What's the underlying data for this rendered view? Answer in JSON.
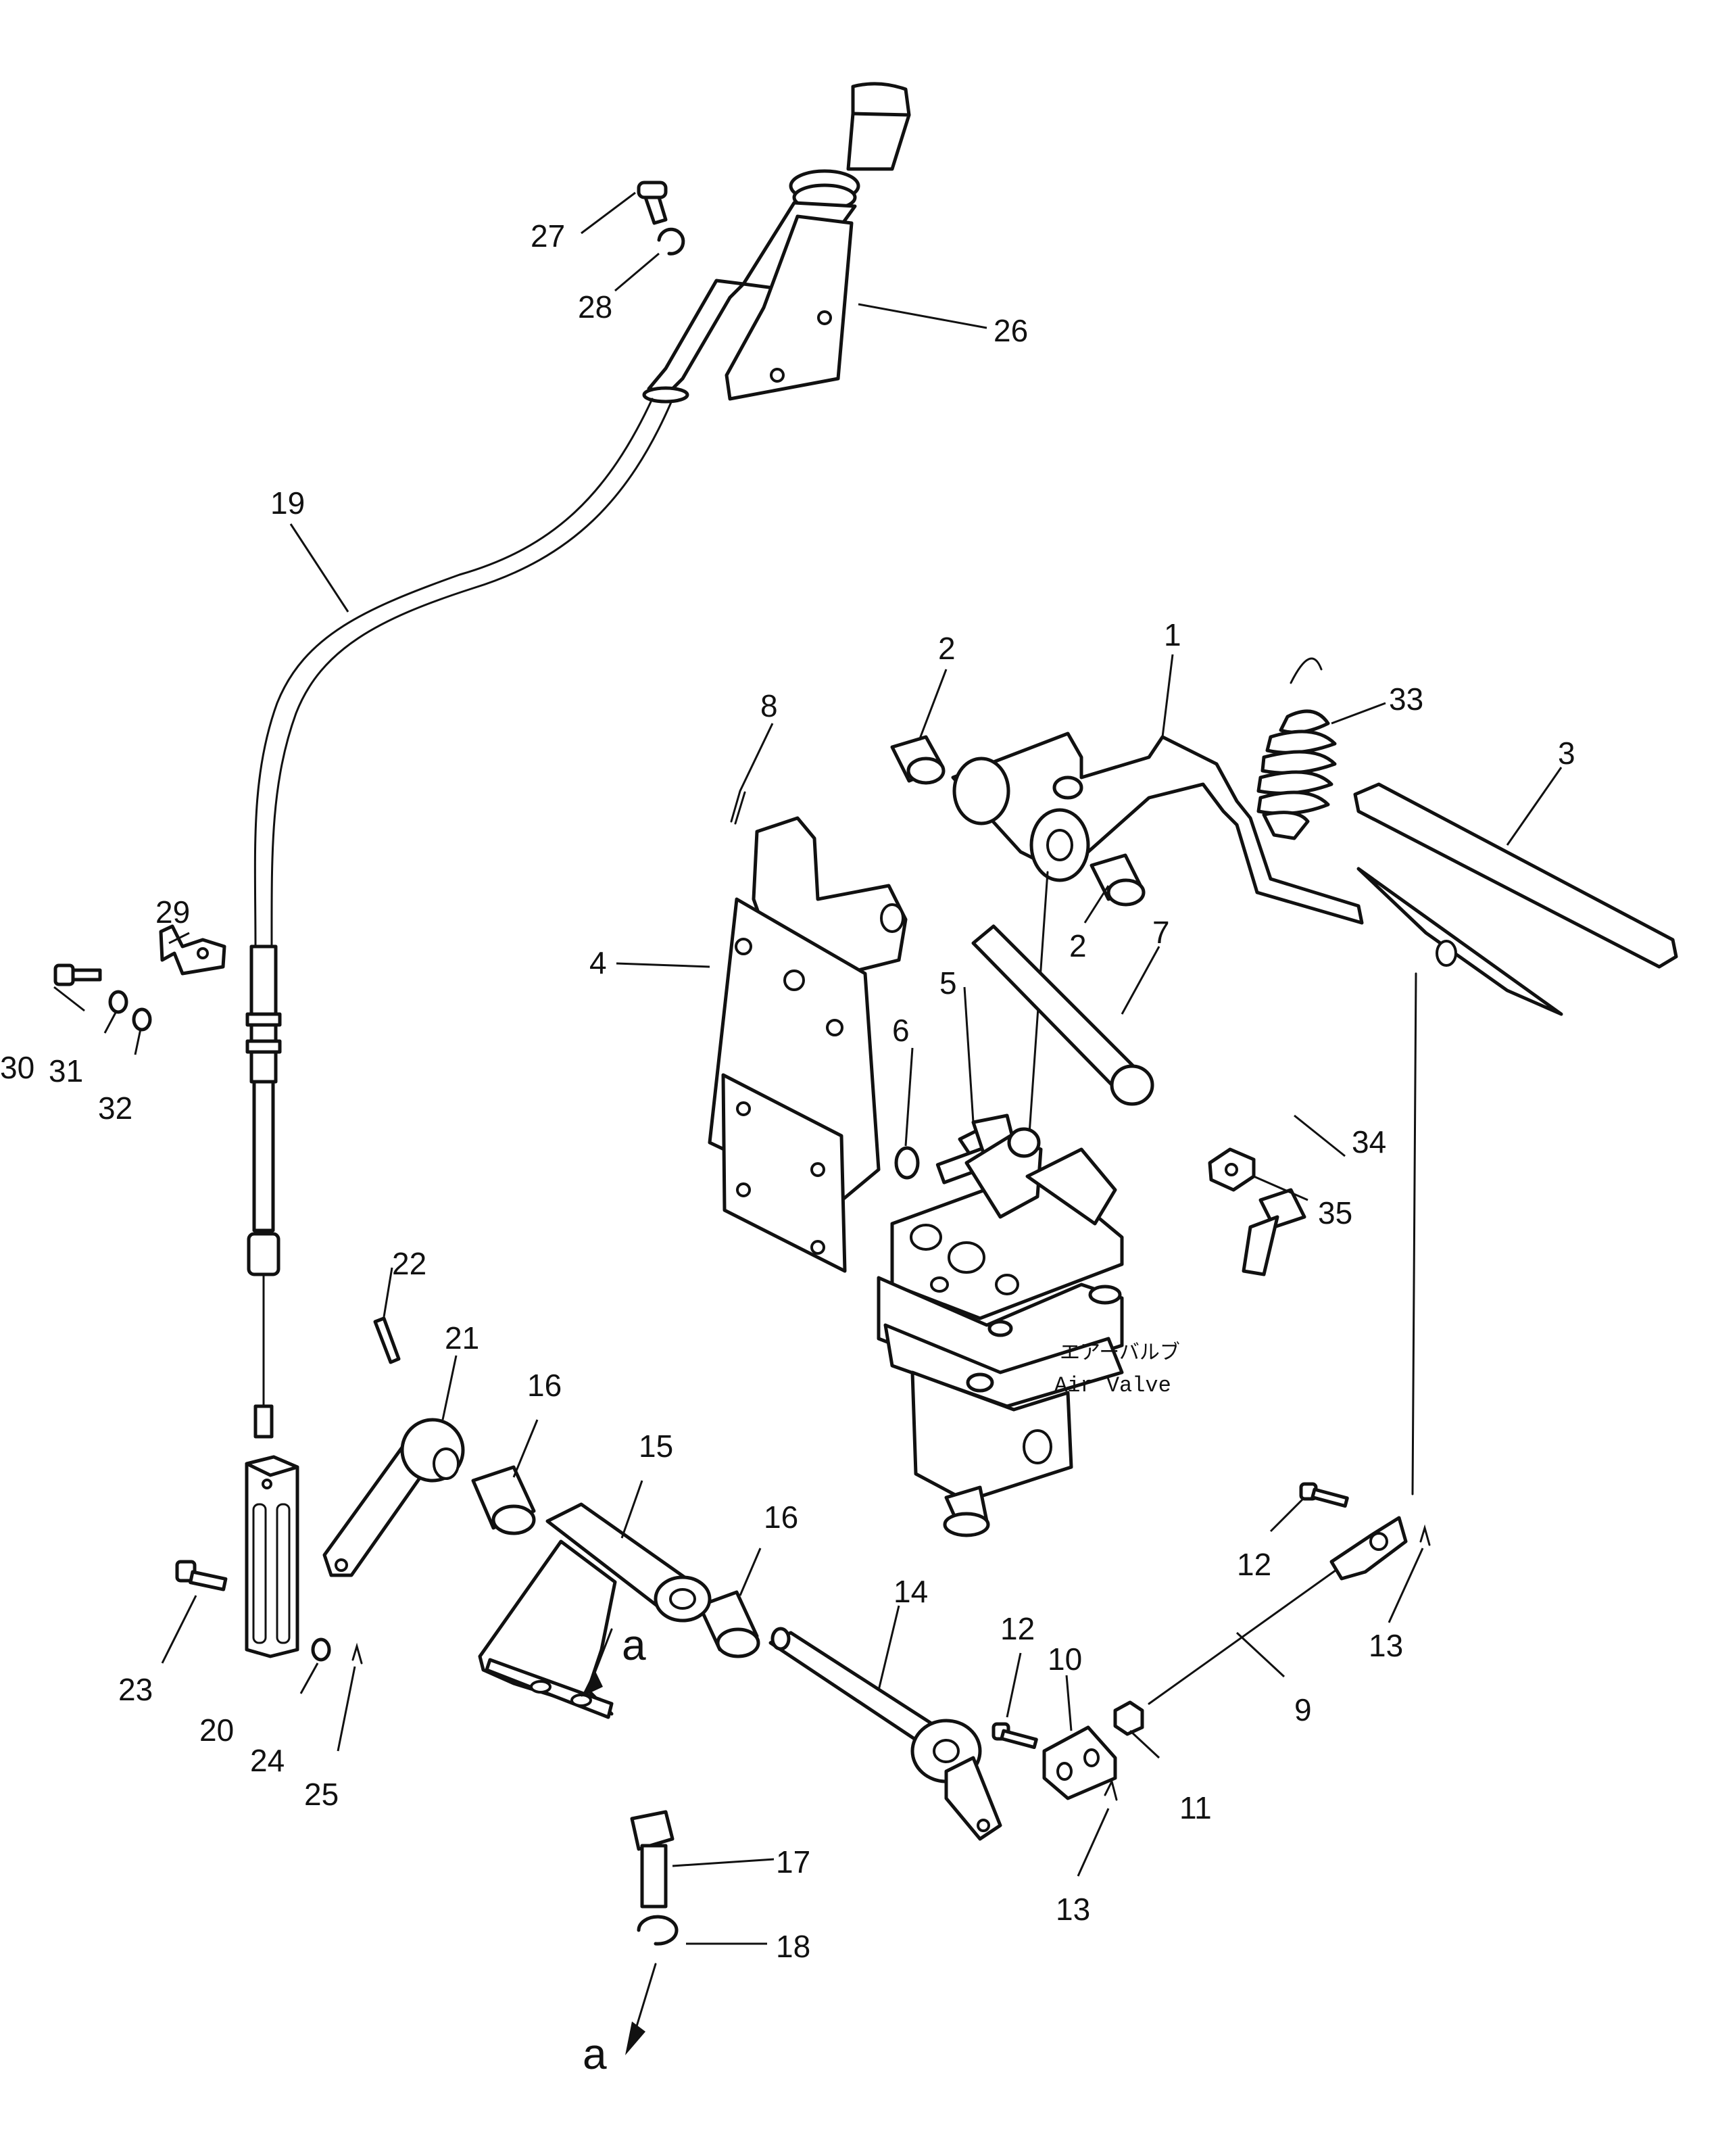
{
  "callouts": [
    {
      "id": "c1",
      "text": "1"
    },
    {
      "id": "c2a",
      "text": "2"
    },
    {
      "id": "c2b",
      "text": "2"
    },
    {
      "id": "c3",
      "text": "3"
    },
    {
      "id": "c4",
      "text": "4"
    },
    {
      "id": "c5",
      "text": "5"
    },
    {
      "id": "c6",
      "text": "6"
    },
    {
      "id": "c7",
      "text": "7"
    },
    {
      "id": "c8",
      "text": "8"
    },
    {
      "id": "c9",
      "text": "9"
    },
    {
      "id": "c10",
      "text": "10"
    },
    {
      "id": "c11",
      "text": "11"
    },
    {
      "id": "c12a",
      "text": "12"
    },
    {
      "id": "c12b",
      "text": "12"
    },
    {
      "id": "c13a",
      "text": "13"
    },
    {
      "id": "c13b",
      "text": "13"
    },
    {
      "id": "c14",
      "text": "14"
    },
    {
      "id": "c15",
      "text": "15"
    },
    {
      "id": "c16a",
      "text": "16"
    },
    {
      "id": "c16b",
      "text": "16"
    },
    {
      "id": "c17",
      "text": "17"
    },
    {
      "id": "c18",
      "text": "18"
    },
    {
      "id": "c19",
      "text": "19"
    },
    {
      "id": "c20",
      "text": "20"
    },
    {
      "id": "c21",
      "text": "21"
    },
    {
      "id": "c22",
      "text": "22"
    },
    {
      "id": "c23",
      "text": "23"
    },
    {
      "id": "c24",
      "text": "24"
    },
    {
      "id": "c25",
      "text": "25"
    },
    {
      "id": "c26",
      "text": "26"
    },
    {
      "id": "c27",
      "text": "27"
    },
    {
      "id": "c28",
      "text": "28"
    },
    {
      "id": "c29",
      "text": "29"
    },
    {
      "id": "c30",
      "text": "30"
    },
    {
      "id": "c31",
      "text": "31"
    },
    {
      "id": "c32",
      "text": "32"
    },
    {
      "id": "c33",
      "text": "33"
    },
    {
      "id": "c34",
      "text": "34"
    },
    {
      "id": "c35",
      "text": "35"
    }
  ],
  "view_markers": [
    {
      "id": "a1",
      "text": "a"
    },
    {
      "id": "a2",
      "text": "a"
    }
  ],
  "air_valve": {
    "label_jp": "エアーバルブ",
    "label_en": "Air  Valve"
  }
}
